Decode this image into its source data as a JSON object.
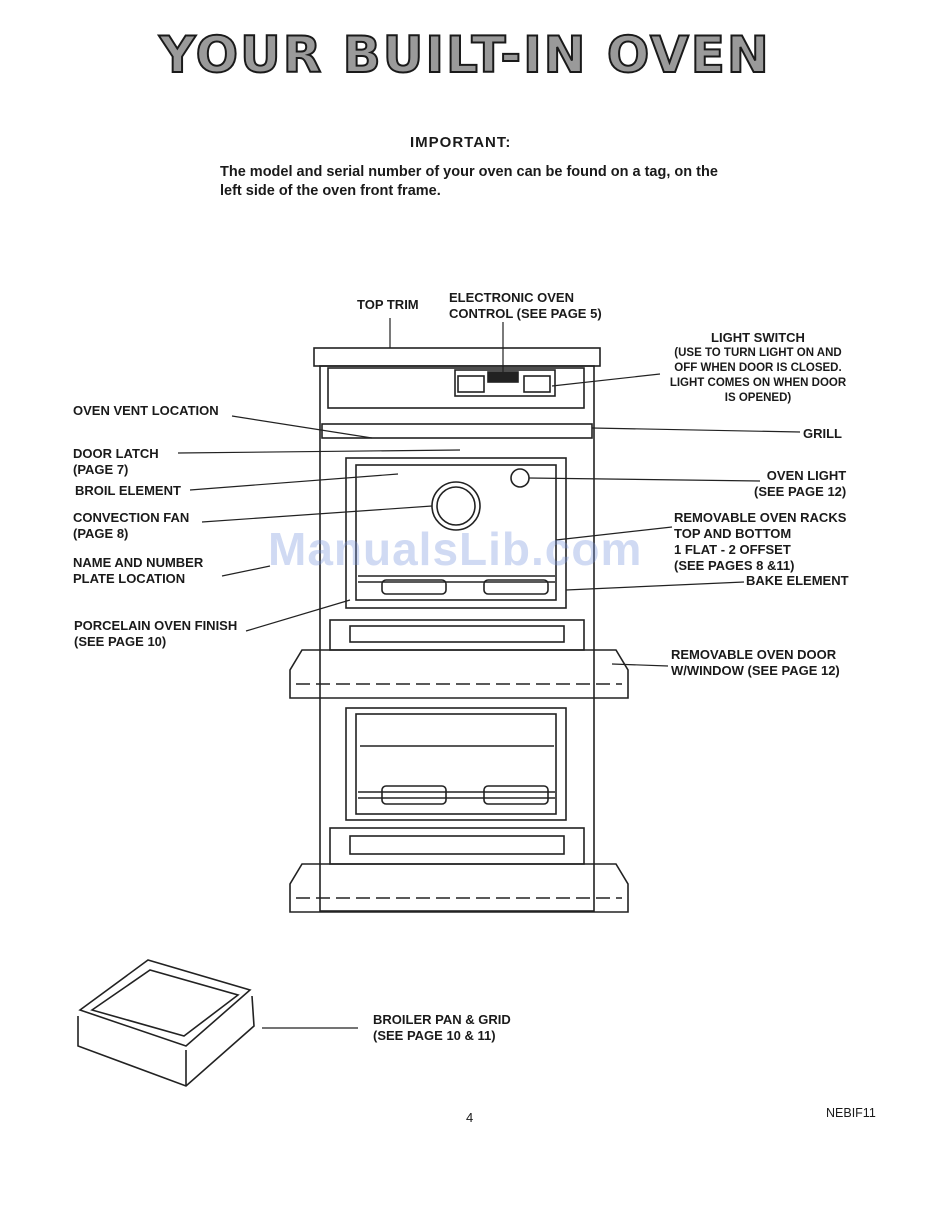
{
  "title": "YOUR BUILT-IN OVEN",
  "important_heading": "IMPORTANT:",
  "intro_text": "The model and serial number of your oven can be found on a tag, on the left side of the oven front frame.",
  "labels": {
    "top_trim": "TOP TRIM",
    "electronic_control": [
      "ELECTRONIC OVEN",
      "CONTROL (SEE PAGE 5)"
    ],
    "light_switch": [
      "LIGHT SWITCH",
      "(USE TO TURN LIGHT ON AND",
      "OFF WHEN DOOR IS CLOSED.",
      "LIGHT COMES ON WHEN DOOR",
      "IS OPENED)"
    ],
    "oven_vent": "OVEN VENT LOCATION",
    "grill": "GRILL",
    "door_latch": [
      "DOOR LATCH",
      "(PAGE 7)"
    ],
    "broil_element": "BROIL ELEMENT",
    "oven_light": [
      "OVEN LIGHT",
      "(SEE PAGE 12)"
    ],
    "convection_fan": [
      "CONVECTION FAN",
      "(PAGE 8)"
    ],
    "oven_racks": [
      "REMOVABLE OVEN RACKS",
      "TOP AND BOTTOM",
      "1 FLAT - 2 OFFSET",
      "(SEE PAGES 8 &11)"
    ],
    "name_plate": [
      "NAME AND NUMBER",
      "PLATE LOCATION"
    ],
    "bake_element": "BAKE ELEMENT",
    "porcelain_finish": [
      "PORCELAIN OVEN FINISH",
      "(SEE PAGE 10)"
    ],
    "oven_door": [
      "REMOVABLE OVEN DOOR",
      "W/WINDOW (SEE PAGE 12)"
    ],
    "broiler_pan": [
      "BROILER PAN & GRID",
      "(SEE PAGE 10 & 11)"
    ]
  },
  "watermark": "ManualsLib.com",
  "page_number": "4",
  "doc_id": "NEBIF11"
}
